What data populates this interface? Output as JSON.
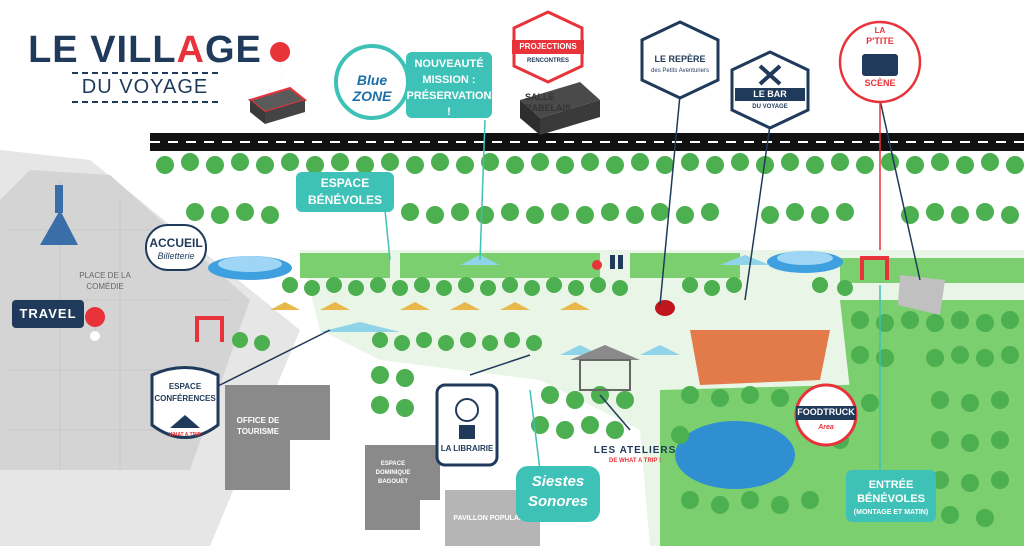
{
  "title": {
    "line1_a": "LE VILL",
    "line1_b": "A",
    "line1_c": "GE",
    "line2": "DU VOYAGE"
  },
  "labels": {
    "blue_zone": "Blue ZONE",
    "blue_zone_text": "NOUVEAUTÉ MISSION : PRÉSERVATION !",
    "projections": "PROJECTIONS",
    "rencontres": "RENCONTRES",
    "salle_rabelais": "SALLE RABELAIS",
    "le_repere": "LE REPÈRE",
    "le_repere_sub": "des Petits Aventuriers",
    "le_bar": "LE BAR",
    "le_bar_sub": "DU VOYAGE",
    "petite_scene_1": "LA",
    "petite_scene_2": "P'TITE",
    "petite_scene_3": "SCÈNE",
    "espace_benevoles": "ESPACE BÉNÉVOLES",
    "accueil": "ACCUEIL",
    "billetterie": "Billetterie",
    "place_comedie": "PLACE DE LA COMÉDIE",
    "travel": "TRAVEL",
    "espace_conferences_1": "ESPACE",
    "espace_conferences_2": "CONFÉRENCES",
    "what_a_trip": "WHAT A TRIP",
    "office_tourisme": "OFFICE DE TOURISME",
    "la_librairie": "LA LIBRAIRIE",
    "espace_dominique": "ESPACE DOMINIQUE BAGOUET",
    "pavillon": "PAVILLON POPULAIRE",
    "siestes": "Siestes Sonores",
    "ateliers_1": "LES ATELIERS",
    "ateliers_2": "DE WHAT A TRIP !",
    "foodtruck": "FOODTRUCK",
    "foodtruck_sub": "Area",
    "entree_benevoles": "ENTRÉE BÉNÉVOLES",
    "entree_sub": "(MONTAGE ET MATIN)"
  },
  "colors": {
    "teal": "#3ec1b6",
    "navy": "#1f3a5a",
    "red": "#e8333a",
    "green": "#4caf50",
    "grass": "#7ccf6f",
    "grey": "#8e8e8e",
    "road": "#111111"
  }
}
